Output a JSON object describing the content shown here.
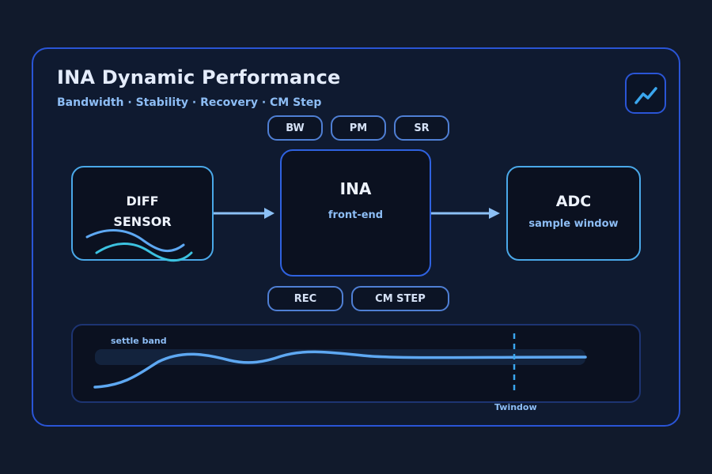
{
  "header": {
    "title": "INA Dynamic Performance",
    "subtitle": "Bandwidth · Stability · Recovery · CM Step",
    "action_icon": "trend-chart-icon"
  },
  "chips_top": [
    "BW",
    "PM",
    "SR"
  ],
  "chips_bottom": [
    "REC",
    "CM STEP"
  ],
  "blocks": {
    "sensor": {
      "line1": "DIFF",
      "line2": "SENSOR"
    },
    "ina": {
      "name": "INA",
      "sub": "front-end"
    },
    "adc": {
      "name": "ADC",
      "sub": "sample window"
    }
  },
  "response": {
    "settle_label": "settle band",
    "window_label": "Twindow"
  },
  "colors": {
    "accent_border": "#2a55d6",
    "block_border": "#4aa8e8",
    "trace": "#5ea8f2",
    "wave_secondary": "#3cc2e0",
    "text_light": "#eef3fc",
    "text_accent": "#8dbdf5"
  }
}
